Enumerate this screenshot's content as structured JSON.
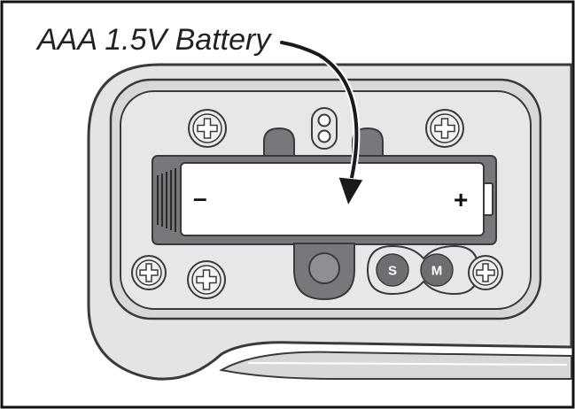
{
  "diagram": {
    "caption": "AAA 1.5V Battery",
    "battery": {
      "negative_symbol": "–",
      "positive_symbol": "+"
    },
    "buttons": [
      {
        "label": "S"
      },
      {
        "label": "M"
      }
    ],
    "icons": {
      "screw": "screw-icon",
      "arrow": "curved-arrow-icon"
    },
    "colors": {
      "device_body": "#e3e4e6",
      "compartment": "#d7d8da",
      "battery_slot": "#77787b",
      "battery": "#ffffff",
      "button": "#6d6e71",
      "outline": "#3a3a3c"
    }
  }
}
